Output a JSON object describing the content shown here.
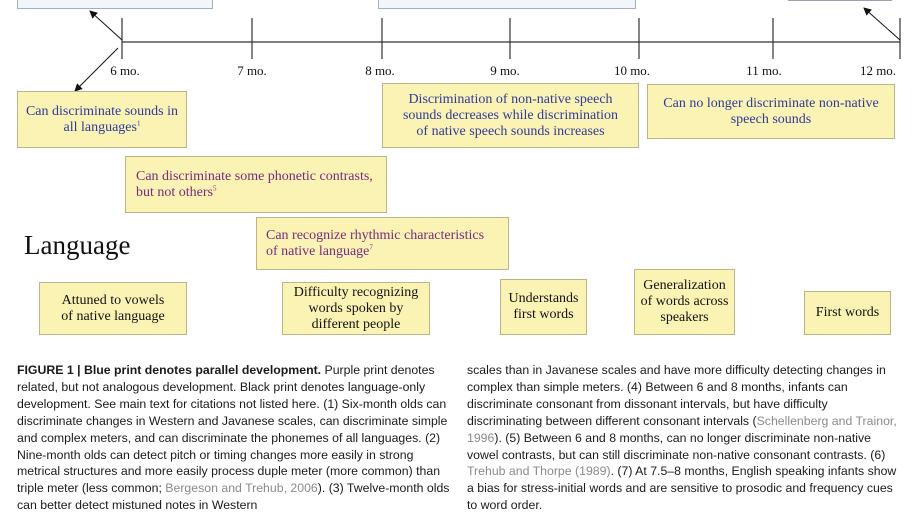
{
  "timeline": {
    "ticks": [
      {
        "label": "6 mo."
      },
      {
        "label": "7 mo."
      },
      {
        "label": "8 mo."
      },
      {
        "label": "9 mo."
      },
      {
        "label": "10 mo."
      },
      {
        "label": "11 mo."
      },
      {
        "label": "12 mo."
      }
    ]
  },
  "section_title": "Language",
  "perception_boxes": [
    {
      "line1": "Can discriminate sounds in",
      "line2": "all languages",
      "ref": "1",
      "color": "blue"
    },
    {
      "line1": "Discrimination of non-native speech",
      "line2": "sounds decreases while discrimination",
      "line3": "of native speech sounds increases",
      "color": "blue"
    },
    {
      "line1": "Can no longer discriminate non-native",
      "line2": "speech sounds",
      "color": "blue"
    },
    {
      "line1": "Can discriminate some phonetic contrasts,",
      "line2": "but not others",
      "ref": "5",
      "color": "purple"
    },
    {
      "line1": "Can recognize rhythmic characteristics",
      "line2": "of native language",
      "ref": "7",
      "color": "purple"
    }
  ],
  "language_boxes": [
    {
      "line1": "Attuned to vowels",
      "line2": "of native language"
    },
    {
      "line1": "Difficulty recognizing",
      "line2": "words spoken by",
      "line3": "different people"
    },
    {
      "line1": "Understands",
      "line2": "first words"
    },
    {
      "line1": "Generalization",
      "line2": "of words across",
      "line3": "speakers"
    },
    {
      "line1": "First words"
    }
  ],
  "caption": {
    "left": {
      "label": "FIGURE 1 | Blue print denotes parallel development.",
      "t1": " Purple print denotes related, but not analogous development. Black print denotes language-only development. See main text for citations not listed here. (1) Six-month olds can discriminate changes in Western and Javanese scales, can discriminate simple and complex meters, and can discriminate the phonemes of all languages. (2) Nine-month olds can detect pitch or timing changes more easily in strong metrical structures and more easily process duple meter (more common) than triple meter (less common; ",
      "cite1": "Bergeson and Trehub, 2006",
      "t2": "). (3) Twelve-month olds can better detect mistuned notes in Western"
    },
    "right": {
      "t1": "scales than in Javanese scales and have more difficulty detecting changes in complex than simple meters. (4) Between 6 and 8 months, infants can discriminate consonant from dissonant intervals, but have difficulty discriminating between different consonant intervals (",
      "cite1": "Schellenberg and Trainor, 1996",
      "t2": "). (5) Between 6 and 8 months, can no longer discriminate non-native vowel contrasts, but can still discriminate non-native consonant contrasts. (6) ",
      "cite2": "Trehub and Thorpe (1989)",
      "t3": ". (7) At 7.5–8 months, English speaking infants show a bias for stress-initial words and are sensitive to prosodic and frequency cues to word order."
    }
  }
}
